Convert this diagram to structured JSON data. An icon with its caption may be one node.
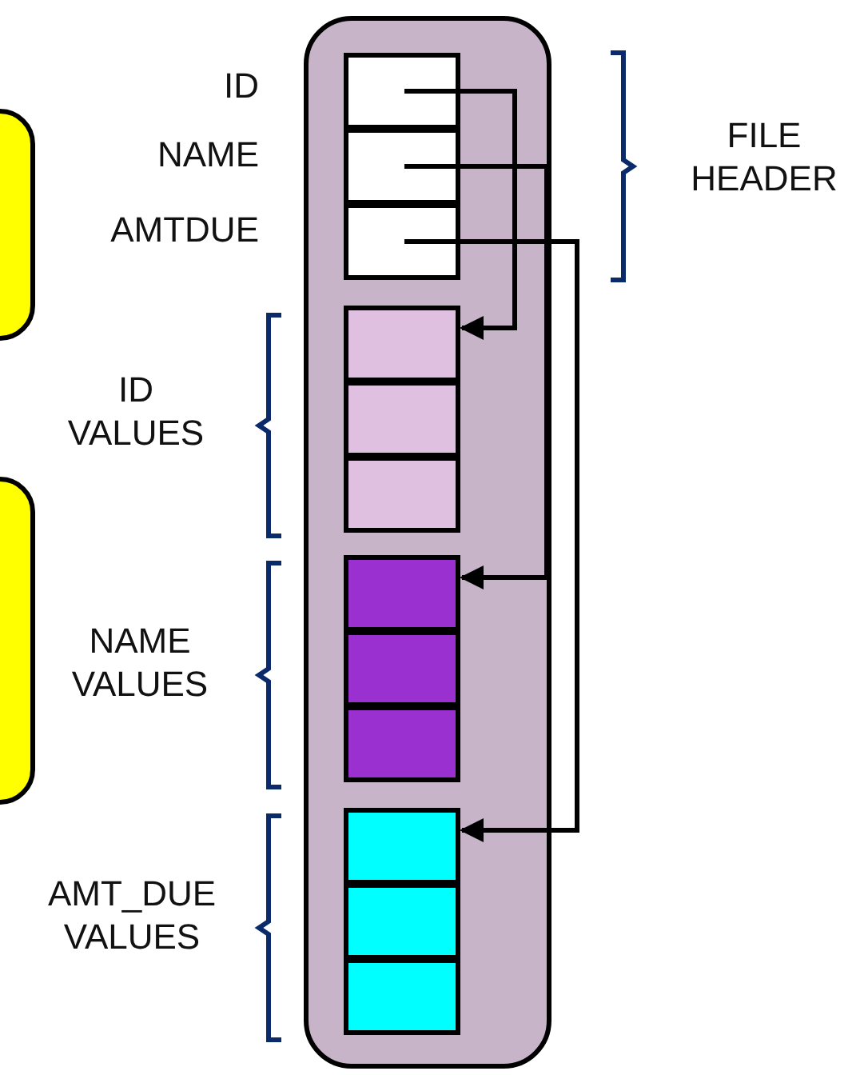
{
  "diagram": {
    "nodes": [
      {
        "text": [],
        "shape": "box"
      },
      {
        "text": [],
        "shape": "box"
      },
      {
        "text": [],
        "shape": "box"
      },
      {
        "text": [],
        "shape": "box",
        "in": 2
      },
      {
        "text": [],
        "shape": "box",
        "in": 2
      },
      {
        "text": [],
        "shape": "box",
        "in": 2
      },
      {
        "text": [],
        "shape": "box",
        "in": 2
      },
      {
        "text": [],
        "shape": "box",
        "in": 2
      },
      {
        "text": [],
        "shape": "box",
        "in": 2
      },
      {
        "text": [],
        "shape": "box",
        "in": 2
      },
      {
        "text": [],
        "shape": "box",
        "in": 2
      },
      {
        "text": [],
        "shape": "box",
        "in": 2
      },
      {
        "text": [],
        "shape": "box",
        "in": 2
      },
      {
        "text": [],
        "shape": "box",
        "in": 2
      },
      {
        "text": [],
        "shape": "box",
        "in": 2
      }
    ],
    "edges": [
      {
        "from": 3,
        "to": 6,
        "arrow": "to"
      },
      {
        "from": 4,
        "to": 9,
        "arrow": "to"
      },
      {
        "from": 5,
        "to": 12,
        "arrow": "to"
      }
    ],
    "labels": [
      "ID",
      "NAME",
      "AMTDUE",
      "FILE HEADER",
      "ID VALUES",
      "NAME VALUES",
      "AMT_DUE VALUES"
    ]
  }
}
